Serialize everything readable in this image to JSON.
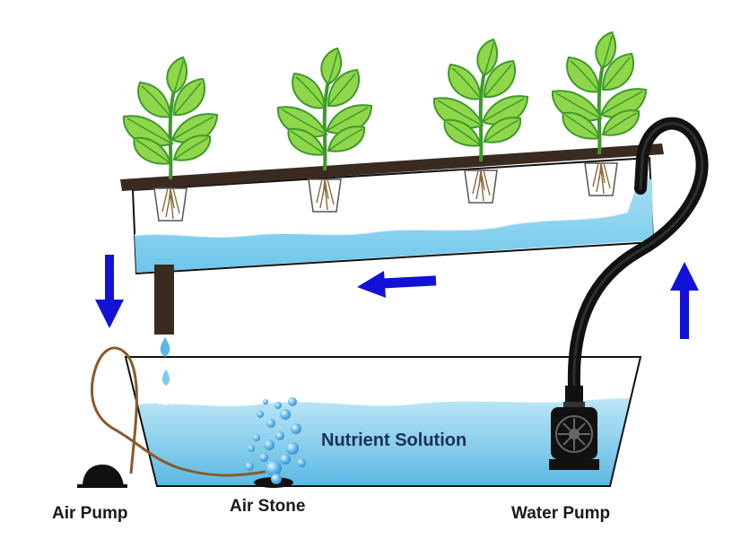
{
  "labels": {
    "nutrient_solution": "Nutrient Solution",
    "air_pump": "Air Pump",
    "air_stone": "Air Stone",
    "water_pump": "Water Pump"
  },
  "plants": [
    {
      "name": "plant-1"
    },
    {
      "name": "plant-2"
    },
    {
      "name": "plant-3"
    },
    {
      "name": "plant-4"
    }
  ],
  "flow_arrows": [
    {
      "name": "arrow-down",
      "direction": "down"
    },
    {
      "name": "arrow-left",
      "direction": "left"
    },
    {
      "name": "arrow-up",
      "direction": "up"
    }
  ],
  "colors": {
    "water": "#8fd3ee",
    "water_dark": "#5bbde4",
    "channel_lid": "#3b2a20",
    "tank_outline": "#111111",
    "arrow": "#1212d6",
    "hose": "#111111",
    "air_tube": "#8a5a2b",
    "leaf_light": "#8fd64a",
    "leaf_dark": "#3e9a2a",
    "bubble": "#4aa6e0"
  }
}
